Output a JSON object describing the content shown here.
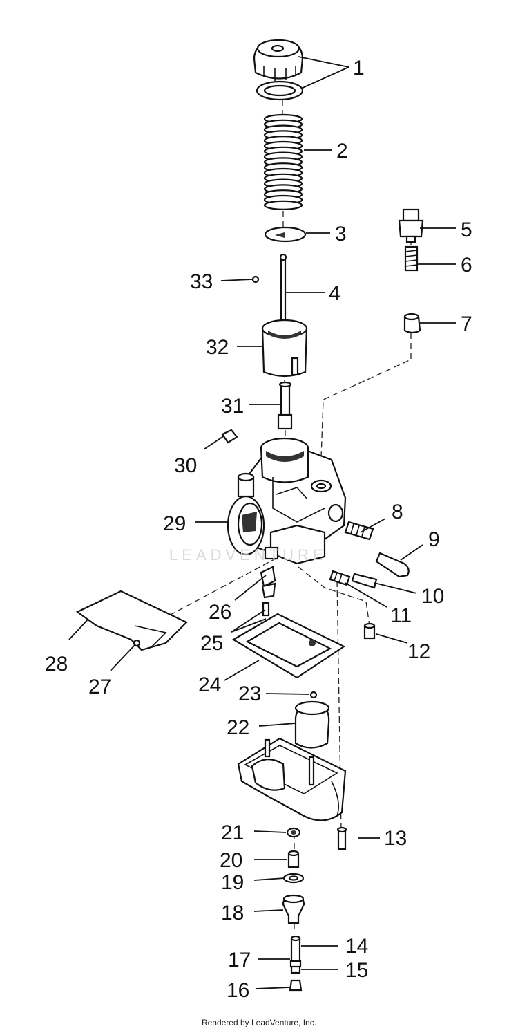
{
  "diagram": {
    "watermark": "LEADVENTURE",
    "footer": "Rendered by LeadVenture, Inc.",
    "callouts": [
      "1",
      "2",
      "3",
      "4",
      "5",
      "6",
      "7",
      "8",
      "9",
      "10",
      "11",
      "12",
      "13",
      "14",
      "15",
      "16",
      "17",
      "18",
      "19",
      "20",
      "21",
      "22",
      "23",
      "24",
      "25",
      "26",
      "27",
      "28",
      "29",
      "30",
      "31",
      "32",
      "33"
    ]
  }
}
